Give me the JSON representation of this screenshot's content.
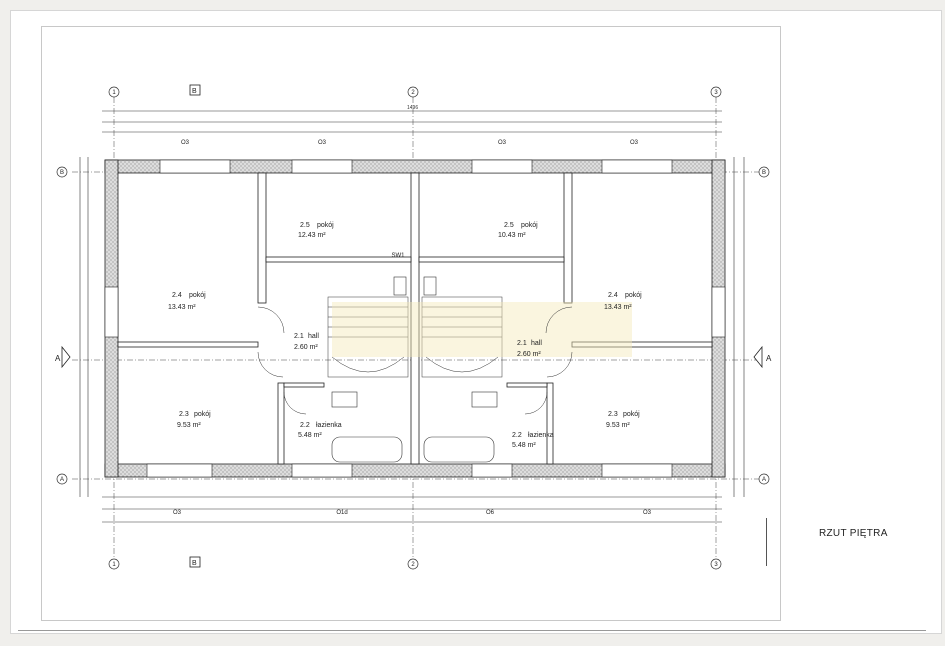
{
  "sheet_title": "RZUT PIĘTRA",
  "axes": {
    "cols": [
      "1",
      "2",
      "3"
    ],
    "rows_left": [
      "B",
      "A",
      "A"
    ]
  },
  "section_markers": [
    "B",
    "B"
  ],
  "overall_width_top": "1496",
  "rooms": [
    {
      "num": "2.5",
      "name": "pokój",
      "area": "12.43 m²"
    },
    {
      "num": "2.5",
      "name": "pokój",
      "area": "10.43 m²"
    },
    {
      "num": "2.4",
      "name": "pokój",
      "area": "13.43 m²"
    },
    {
      "num": "2.4",
      "name": "pokój",
      "area": "13.43 m²"
    },
    {
      "num": "2.1",
      "name": "hall",
      "area": "2.60 m²"
    },
    {
      "num": "2.1",
      "name": "hall",
      "area": "2.60 m²"
    },
    {
      "num": "2.3",
      "name": "pokój",
      "area": "9.53 m²"
    },
    {
      "num": "2.3",
      "name": "pokój",
      "area": "9.53 m²"
    },
    {
      "num": "2.2",
      "name": "łazienka",
      "area": "5.48 m²"
    },
    {
      "num": "2.2",
      "name": "łazienka",
      "area": "5.48 m²"
    }
  ],
  "window_tags": [
    "O3",
    "O3",
    "O3",
    "O3",
    "O3",
    "O1d",
    "O6",
    "O3"
  ],
  "sw_tag": "SW1"
}
